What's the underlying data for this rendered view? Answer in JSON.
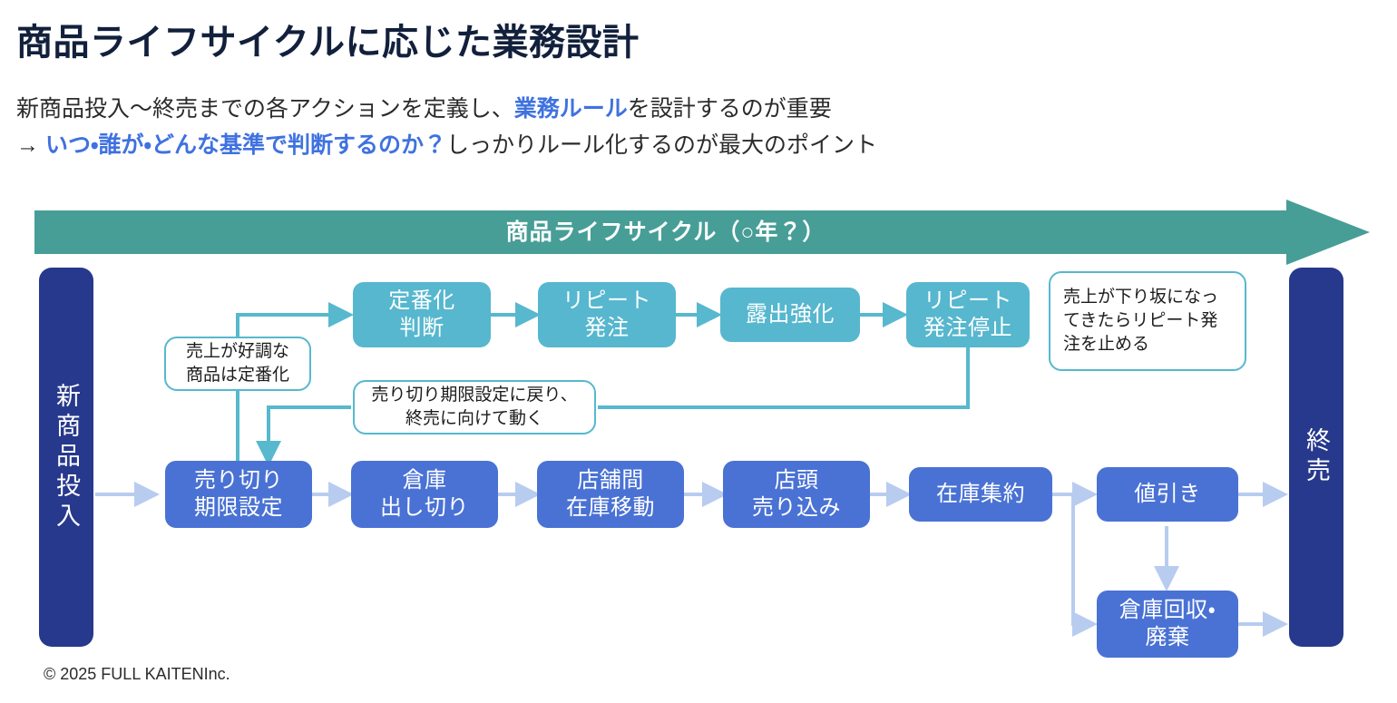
{
  "header": {
    "title": "商品ライフサイクルに応じた業務設計",
    "subtitle_line1_part1": "新商品投入〜終売までの各アクションを定義し、",
    "subtitle_line1_highlight": "業務ルール",
    "subtitle_line1_part2": "を設計するのが重要",
    "subtitle_line2_prefix": "→ ",
    "subtitle_line2_highlight": "いつ・誰が・どんな基準で判断するのか？",
    "subtitle_line2_suffix": "しっかりルール化するのが最大のポイント"
  },
  "lifecycle_banner": {
    "label": "商品ライフサイクル（○年？）",
    "color": "#479e96"
  },
  "terminals": {
    "start": "新商品投入",
    "end": "終売",
    "color": "#27398c"
  },
  "colors": {
    "cyan_node": "#56b7ce",
    "blue_node": "#4a72d4",
    "note_border": "#57b8ce",
    "blue_arrow": "#b8ccf0",
    "cyan_arrow": "#57b8ce",
    "accent_text": "#3f72e0"
  },
  "top_row": [
    {
      "id": "teiban-hantei",
      "label": "定番化\n判断"
    },
    {
      "id": "repeat-hatchu",
      "label": "リピート\n発注"
    },
    {
      "id": "roshutsu-kyoka",
      "label": "露出強化"
    },
    {
      "id": "repeat-hatchu-teishi",
      "label": "リピート\n発注停止"
    }
  ],
  "bottom_row": [
    {
      "id": "urikiri-kigen",
      "label": "売り切り\n期限設定"
    },
    {
      "id": "souko-dashikiri",
      "label": "倉庫\n出し切り"
    },
    {
      "id": "tenpokan-idou",
      "label": "店舗間\n在庫移動"
    },
    {
      "id": "tentou-urikomi",
      "label": "店頭\n売り込み"
    },
    {
      "id": "zaiko-shuyaku",
      "label": "在庫集約"
    },
    {
      "id": "nebiki",
      "label": "値引き"
    }
  ],
  "extra_nodes": [
    {
      "id": "souko-kaishu-haiki",
      "label": "倉庫回収・\n廃棄"
    }
  ],
  "notes": [
    {
      "id": "note-hit",
      "text": "売上が好調な\n商品は定番化"
    },
    {
      "id": "note-return",
      "text": "売り切り期限設定に戻り、\n終売に向けて動く"
    },
    {
      "id": "note-stop",
      "text": "売上が下り坂になっ\nてきたらリピート発\n注を止める"
    }
  ],
  "footer": {
    "copyright": "© 2025 FULL KAITENInc."
  }
}
